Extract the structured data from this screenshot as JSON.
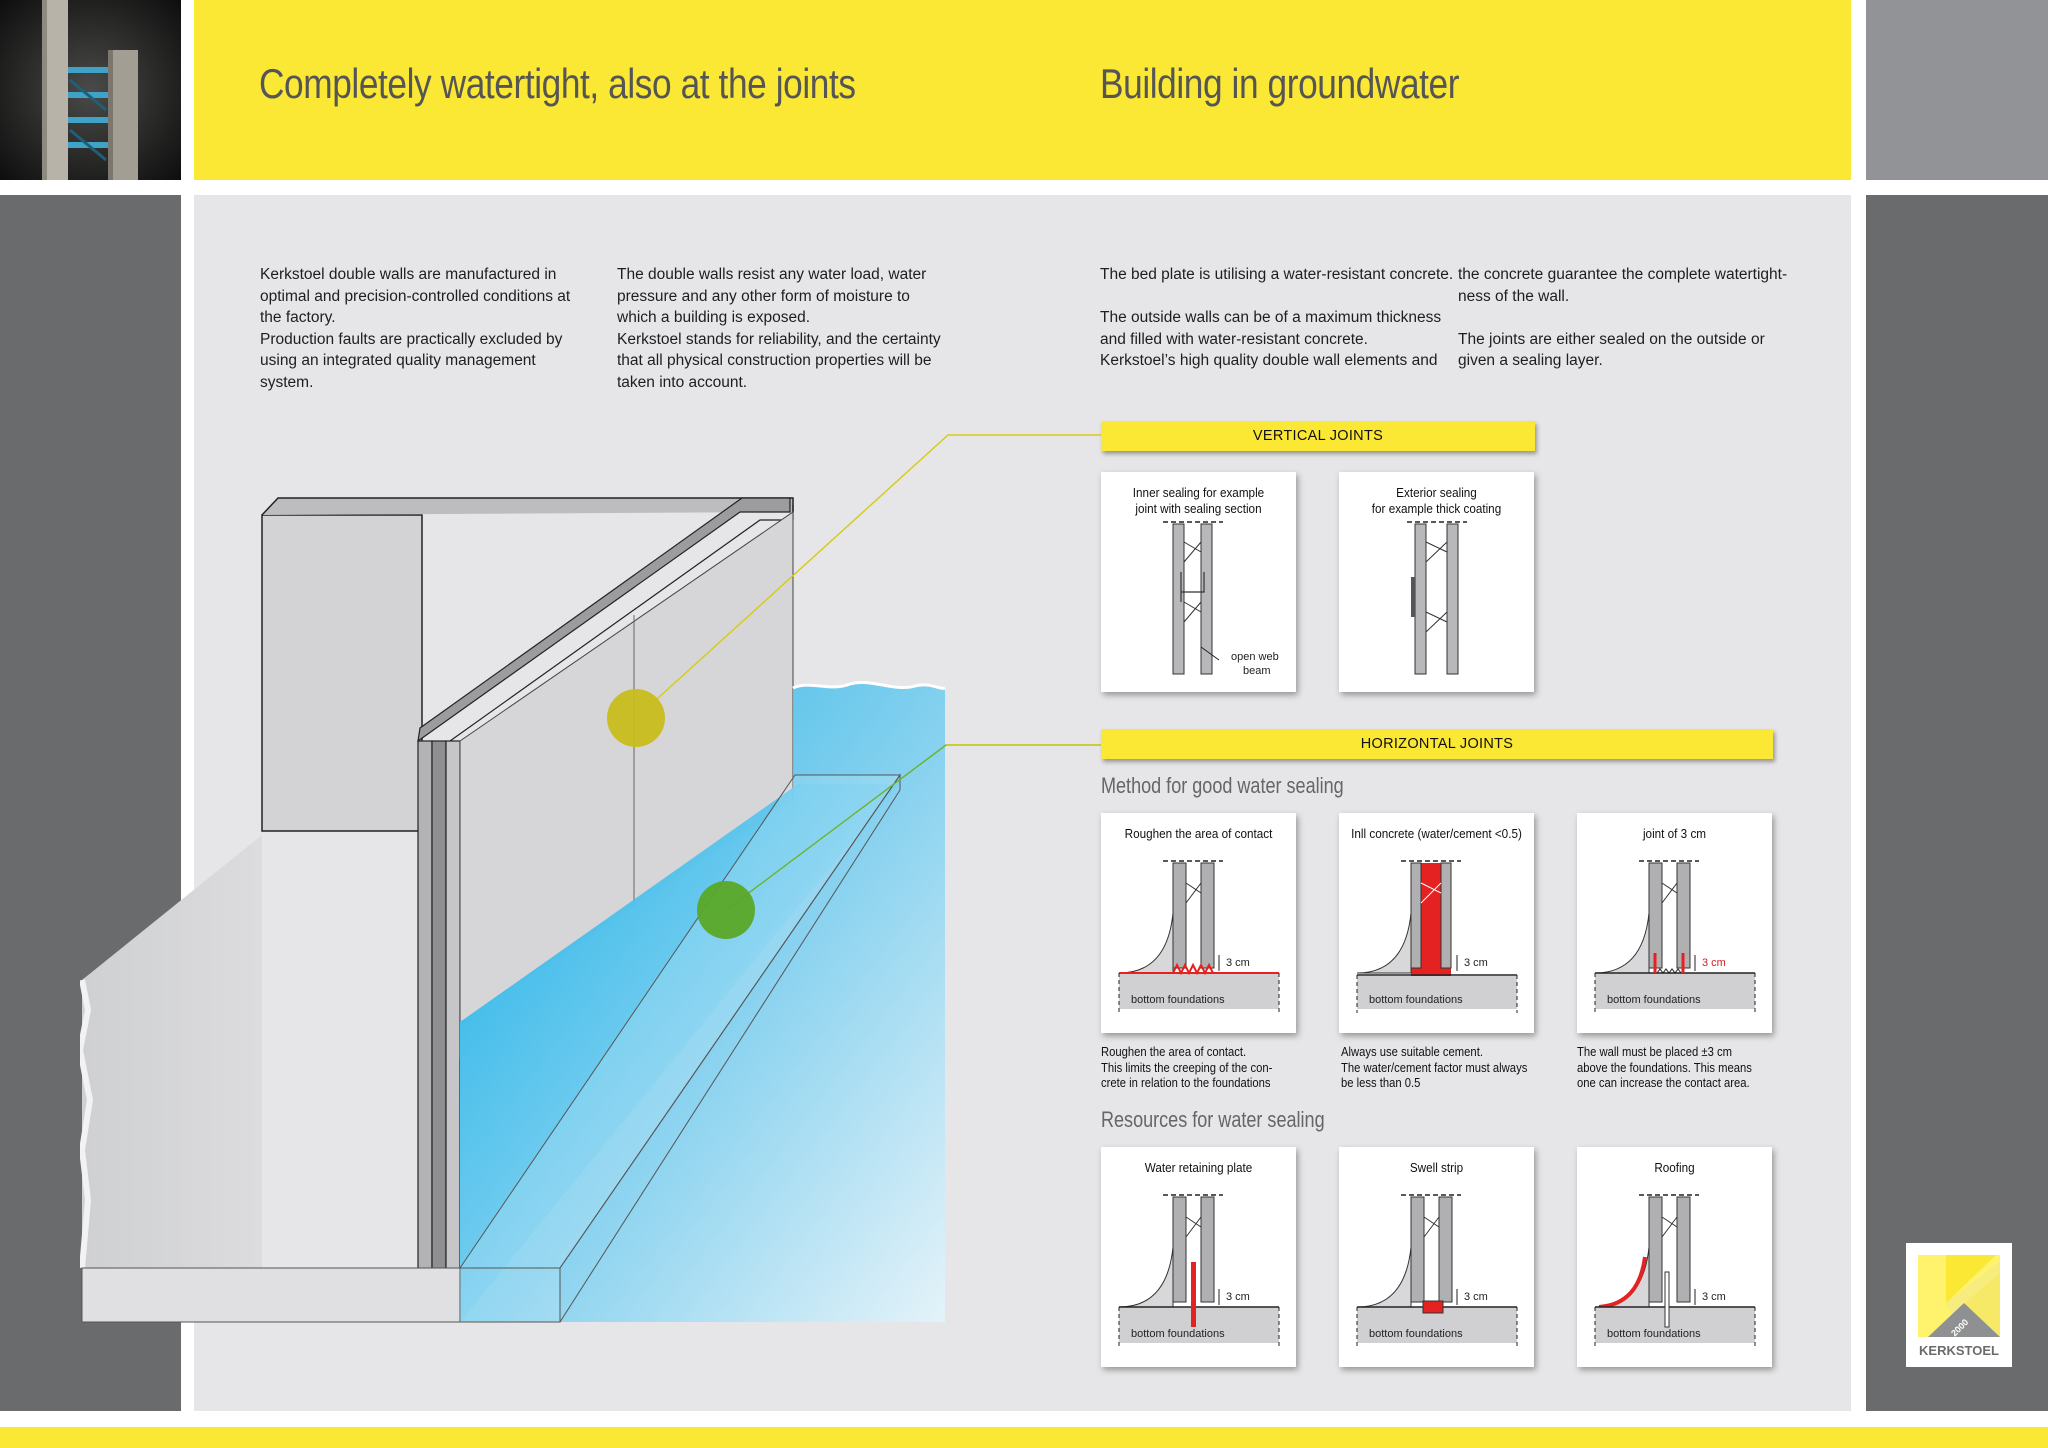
{
  "header": {
    "left_title": "Completely watertight, also at the joints",
    "right_title": "Building in groundwater"
  },
  "intro": {
    "col1": "Kerkstoel double walls are manufactured in\noptimal and precision-controlled conditions at\nthe factory.\nProduction faults are practically excluded by\nusing an integrated quality management\nsystem.",
    "col2": "The double walls resist any water load, water\npressure and any other form of moisture to\nwhich a building is exposed.\nKerkstoel stands for reliability, and the certainty\nthat all physical construction properties will be\ntaken into account.",
    "col3": "The bed plate is utilising a water-resistant concrete.\n\nThe outside walls can be of a maximum thickness\nand filled with water-resistant concrete.\nKerkstoel’s high quality double wall elements and",
    "col4": "the concrete guarantee the complete watertight-\nness of the wall.\n\nThe joints are either sealed on the outside or\ngiven a sealing layer."
  },
  "vertical_joints": {
    "banner": "VERTICAL JOINTS",
    "cards": [
      {
        "title": "Inner sealing for example\njoint with sealing section",
        "annotation_1": "open web",
        "annotation_2": "beam"
      },
      {
        "title": "Exterior sealing\nfor example thick coating"
      }
    ]
  },
  "horizontal_joints": {
    "banner": "HORIZONTAL JOINTS",
    "method_heading": "Method for good water sealing",
    "resources_heading": "Resources for water sealing",
    "dimension_label": "3 cm",
    "foundation_label": "bottom foundations",
    "method_cards": [
      {
        "title": "Roughen the area of contact",
        "caption": "Roughen the area of contact.\nThis limits the creeping of the con-\ncrete in relation to the foundations"
      },
      {
        "title": "Inll concrete (water/cement <0.5)",
        "caption": "Always use suitable cement.\nThe water/cement factor must always\nbe less than 0.5"
      },
      {
        "title": "joint of 3 cm",
        "caption": "The wall must be placed ±3 cm\nabove the foundations. This means\none can increase the contact area."
      }
    ],
    "resource_cards": [
      {
        "title": "Water retaining plate"
      },
      {
        "title": "Swell strip"
      },
      {
        "title": "Roofing"
      }
    ]
  },
  "logo": {
    "name": "KERKSTOEL",
    "year": "2000"
  },
  "colors": {
    "brand_yellow": "#fbe834",
    "panel_grey": "#e6e6e8",
    "side_grey": "#6a6b6d",
    "water_blue": "#1ab4e8",
    "seal_red": "#e52222",
    "marker_yellow": "#c9bd1e",
    "marker_green": "#5aa826"
  }
}
